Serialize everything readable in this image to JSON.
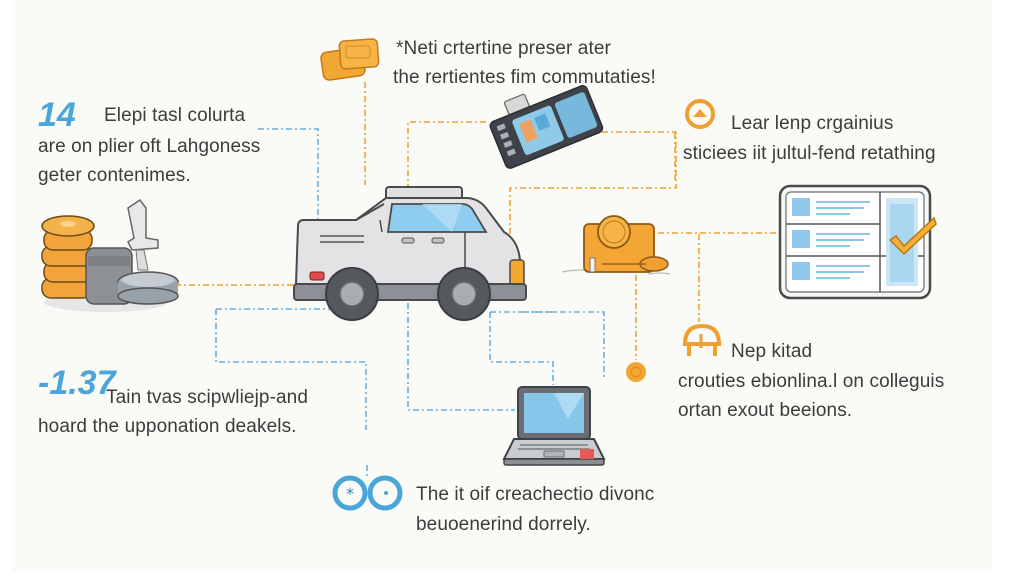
{
  "infographic": {
    "colors": {
      "background": "#fafaf6",
      "blue_accent": "#4aa6d8",
      "orange_accent": "#f0a030",
      "text": "#3c3c3c",
      "car_body": "#e3e3e5",
      "outline": "#4a4a4a"
    },
    "center": {
      "icon": "car-icon"
    },
    "blocks": [
      {
        "id": "top-left",
        "number": "14",
        "lines": [
          "Elepi tasl colurta",
          "are on plier oft Lahgoness",
          "geter contenimes."
        ],
        "icon": "coin-stack-icon"
      },
      {
        "id": "top-center",
        "lines": [
          "*Neti crtertine preser ater",
          "the rertientes fim commutaties!"
        ],
        "icon": "cash-bundle-icon",
        "secondary_icon": "payment-terminal-icon"
      },
      {
        "id": "top-right",
        "lines": [
          "Lear lenp crgainius",
          "sticiees iit jultul-fend retathing"
        ],
        "icon": "up-arrow-circle-icon",
        "secondary_icon": "checklist-tablet-icon"
      },
      {
        "id": "middle-right",
        "icon": "coin-box-icon"
      },
      {
        "id": "bottom-left",
        "number": "-1.37",
        "lines": [
          "Tain tvas scipwliejp-and",
          "hoard the upponation deakels."
        ]
      },
      {
        "id": "bottom-right",
        "lines": [
          "Nep kitad",
          "crouties ebionlina.l on colleguis",
          "ortan exout beeions."
        ],
        "icon": "dome-icon"
      },
      {
        "id": "bottom-center",
        "lines": [
          "The it oif creachectio divonc",
          "beuoenerind dorrely."
        ],
        "icon": "linked-circles-icon",
        "secondary_icon": "laptop-icon"
      }
    ]
  }
}
